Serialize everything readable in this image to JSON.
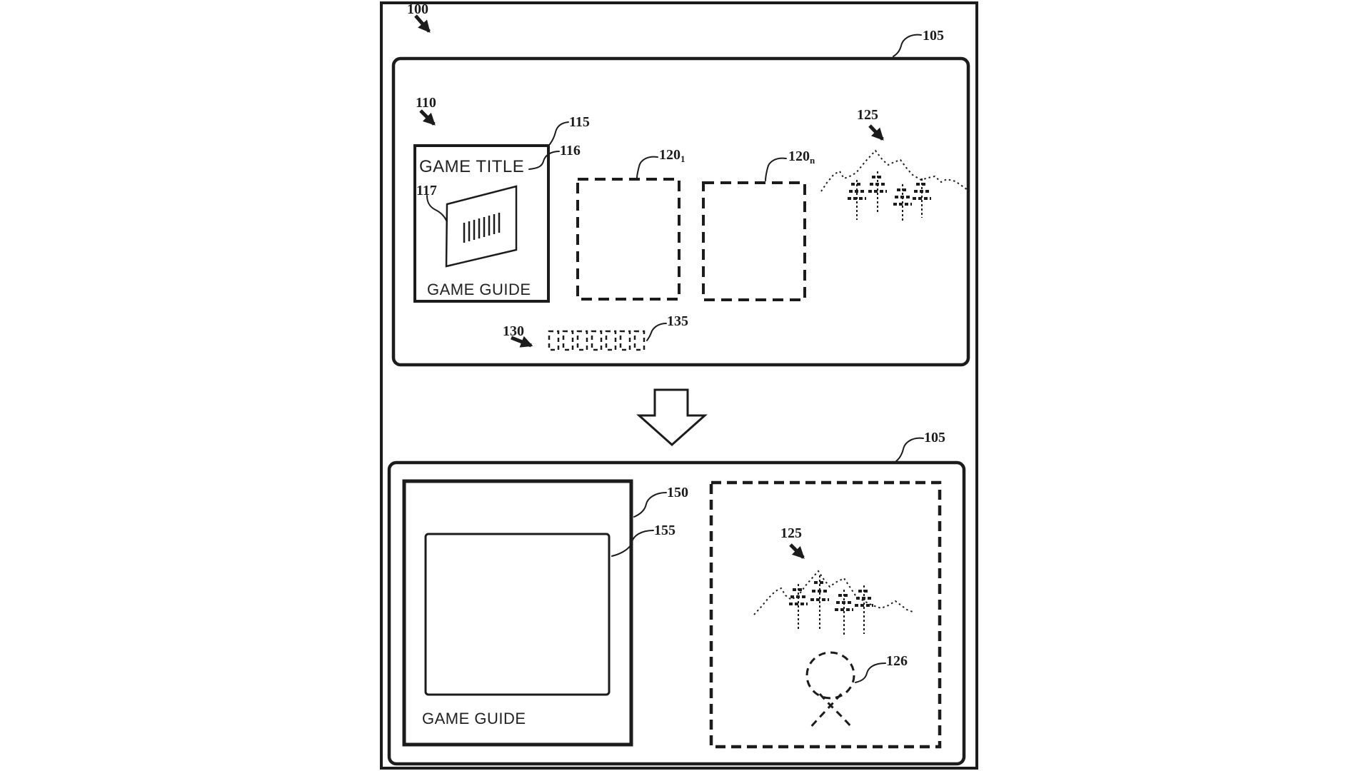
{
  "labels": {
    "ref100": "100",
    "ref105_top": "105",
    "ref105_bottom": "105",
    "ref110": "110",
    "ref115": "115",
    "ref116": "116",
    "ref117": "117",
    "ref120_base": "120",
    "ref120_1_sub": "1",
    "ref120_n_sub": "n",
    "ref125_top": "125",
    "ref125_bottom": "125",
    "ref126": "126",
    "ref130": "130",
    "ref135": "135",
    "ref150": "150",
    "ref155": "155"
  },
  "texts": {
    "game_title": "GAME TITLE",
    "game_guide_top": "GAME GUIDE",
    "game_guide_bottom": "GAME GUIDE"
  },
  "colors": {
    "ink": "#1c1c1c",
    "background": "#ffffff"
  }
}
